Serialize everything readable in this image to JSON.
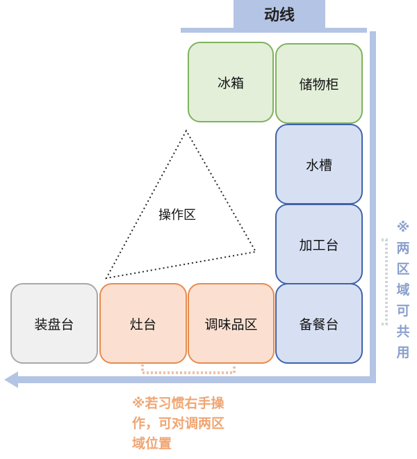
{
  "title": "动线",
  "zones": {
    "fridge": "冰箱",
    "storage": "储物柜",
    "sink": "水槽",
    "prep": "加工台",
    "serving_prep": "备餐台",
    "condiments": "调味品区",
    "stove": "灶台",
    "plating": "装盘台"
  },
  "work_area": "操作区",
  "side_note": [
    "※",
    "两",
    "区",
    "域",
    "可",
    "共",
    "用"
  ],
  "bottom_note": [
    "※若习惯右手操",
    "作，可对调两区",
    "域位置"
  ],
  "colors": {
    "flow": "#b4c4e4",
    "green": "#7fb25d",
    "blue": "#3f63a8",
    "orange": "#e68b4e",
    "gray": "#a8a8a8"
  }
}
